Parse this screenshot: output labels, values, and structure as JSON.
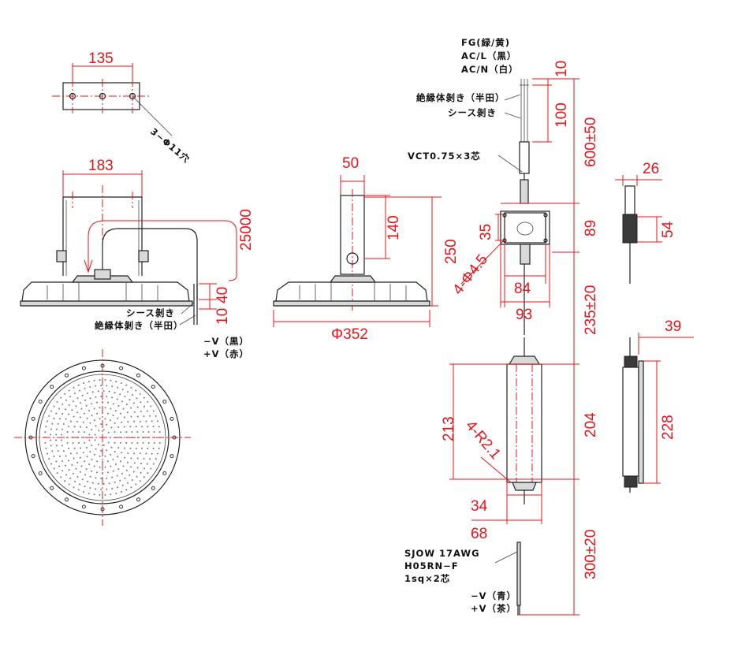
{
  "dims": {
    "d135": "135",
    "d183": "183",
    "d25000": "25000",
    "d40": "40",
    "d10a": "10",
    "d50": "50",
    "d140": "140",
    "d250": "250",
    "dphi352": "Φ352",
    "d10b": "10",
    "d100": "100",
    "d600": "600±50",
    "d35": "35",
    "d89": "89",
    "d4phi45": "4-Φ4.5",
    "d84": "84",
    "d93": "93",
    "d235": "235±20",
    "d26": "26",
    "d54": "54",
    "d39": "39",
    "d213": "213",
    "d204": "204",
    "d228": "228",
    "d4r21": "4-R2.1",
    "d34": "34",
    "d68": "68",
    "d300": "300±20"
  },
  "notes": {
    "hole": "3−Φ11穴",
    "sheath_left": "シース剝き",
    "insul_left": "絶縁体剝き（半田）",
    "minus_v_black": "−V（黒）",
    "plus_v_red": "+V（赤）",
    "fg": "FG(緑/黄)",
    "acl": "AC/L（黒）",
    "acn": "AC/N（白）",
    "insul_right": "絶縁体剝き（半田）",
    "sheath_right": "シース剝き",
    "vct": "VCT0.75×3芯",
    "sjow": "SJOW 17AWG",
    "h05": "H05RN−F",
    "sq": "1sq×2芯",
    "minus_v_blue": "−V（青）",
    "plus_v_brown": "+V（茶）"
  }
}
